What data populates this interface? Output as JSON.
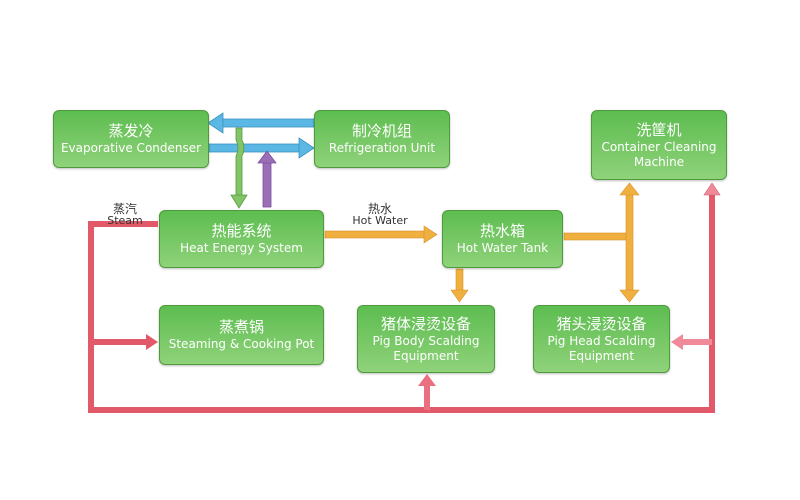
{
  "nodes": {
    "evaporative_condenser": {
      "zh": "蒸发冷",
      "en": "Evaporative Condenser"
    },
    "refrigeration_unit": {
      "zh": "制冷机组",
      "en": "Refrigeration Unit"
    },
    "container_cleaning_machine": {
      "zh": "洗筐机",
      "en": "Container Cleaning Machine"
    },
    "heat_energy_system": {
      "zh": "热能系统",
      "en": "Heat Energy System"
    },
    "hot_water_tank": {
      "zh": "热水箱",
      "en": "Hot Water Tank"
    },
    "steaming_cooking_pot": {
      "zh": "蒸煮锅",
      "en": "Steaming & Cooking Pot"
    },
    "pig_body_scalding": {
      "zh": "猪体浸烫设备",
      "en": "Pig Body Scalding Equipment"
    },
    "pig_head_scalding": {
      "zh": "猪头浸烫设备",
      "en": "Pig Head Scalding Equipment"
    }
  },
  "labels": {
    "steam": {
      "zh": "蒸汽",
      "en": "Steam"
    },
    "hot_water": {
      "zh": "热水",
      "en": "Hot Water"
    }
  },
  "colors": {
    "box_fill": "#6cc45c",
    "cold_arrow": "#4fb4e0",
    "green_arrow": "#7cc05c",
    "purple_arrow": "#9b6fb8",
    "hot_water_arrow": "#f0b040",
    "steam_line": "#e25a6a"
  }
}
